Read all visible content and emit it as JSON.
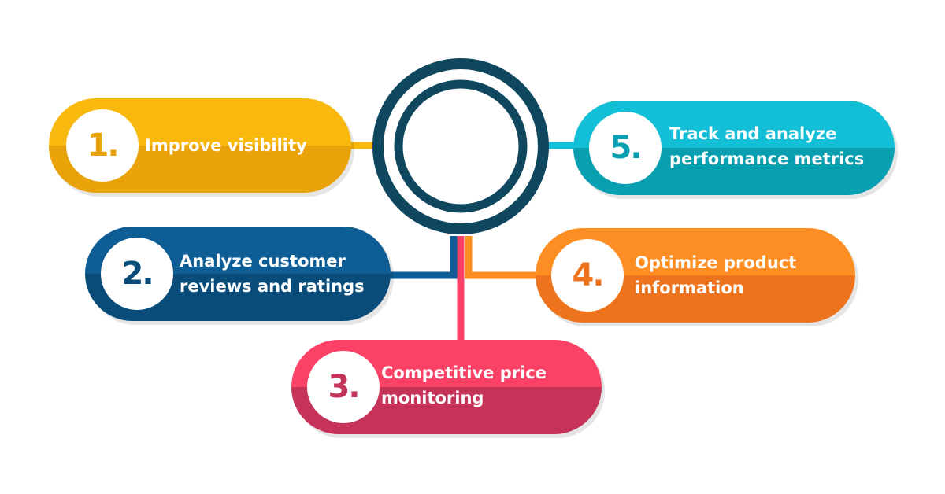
{
  "colors": {
    "ring": "#0f475e",
    "step1": "#f8b80e",
    "step2": "#0e5e95",
    "step3": "#fb4266",
    "step4": "#fd8e23",
    "step5": "#12bfd6"
  },
  "steps": [
    {
      "number": "1.",
      "label": "Improve visibility"
    },
    {
      "number": "2.",
      "label": "Analyze customer\nreviews and ratings"
    },
    {
      "number": "3.",
      "label": "Competitive price\nmonitoring"
    },
    {
      "number": "4.",
      "label": "Optimize product\ninformation"
    },
    {
      "number": "5.",
      "label": "Track and analyze\nperformance metrics"
    }
  ]
}
